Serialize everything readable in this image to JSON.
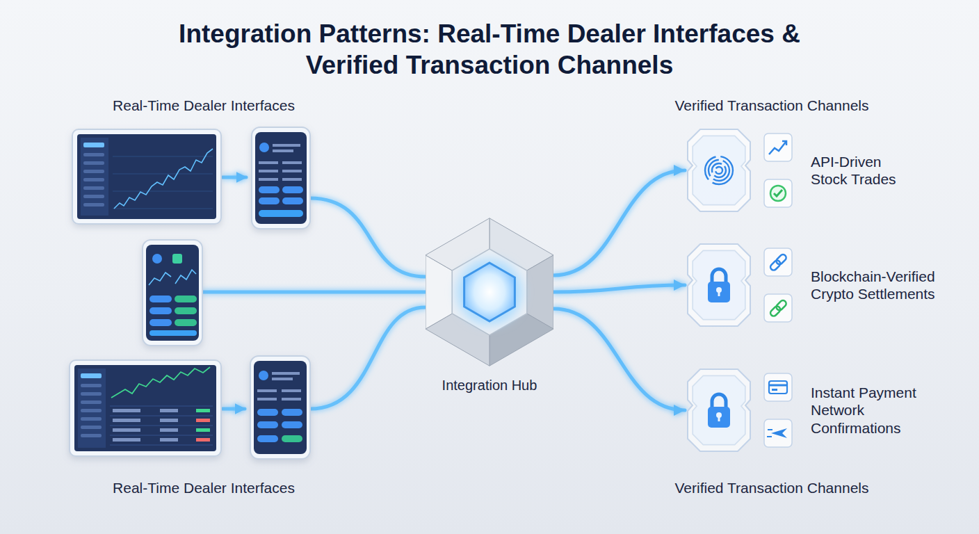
{
  "diagram": {
    "title": "Integration Patterns: Real-Time Dealer Interfaces & Verified Transaction Channels",
    "nodes": [
      {
        "text": [
          "Integration Hub"
        ]
      },
      {
        "text": [
          "API-Driven Stock Trades"
        ]
      },
      {
        "text": [
          "Blockchain-Verified Crypto Settlements"
        ]
      },
      {
        "text": [
          "Instant Payment Network Confirmations"
        ]
      }
    ],
    "edges": [
      {
        "from": 0,
        "to": 1,
        "arrow": "to"
      },
      {
        "from": 0,
        "to": 2,
        "arrow": "to"
      },
      {
        "from": 0,
        "to": 3,
        "arrow": "to"
      }
    ],
    "labels": [
      "Real-Time Dealer Interfaces",
      "Verified Transaction Channels",
      "Real-Time Dealer Interfaces",
      "Verified Transaction Channels"
    ]
  }
}
